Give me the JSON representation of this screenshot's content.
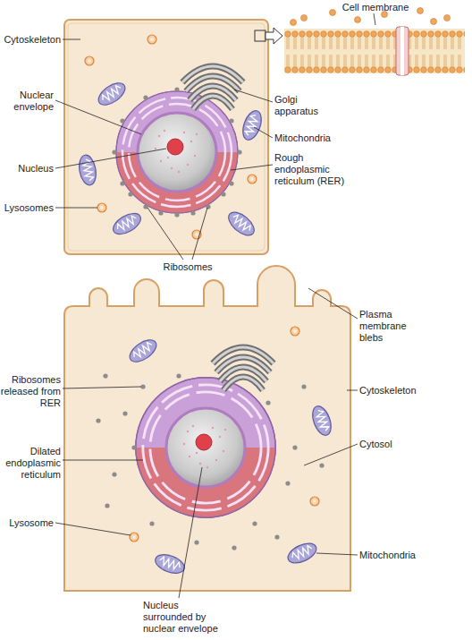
{
  "diagram": {
    "labels": [
      "Cell membrane",
      "Cytoskeleton",
      "Golgi apparatus",
      "Nuclear envelope",
      "Mitochondria",
      "Nucleus",
      "Rough endoplasmic reticulum (RER)",
      "Lysosomes",
      "Ribosomes",
      "Plasma membrane blebs",
      "Ribosomes released from RER",
      "Cytoskeleton",
      "Dilated endoplasmic reticulum",
      "Cytosol",
      "Lysosome",
      "Mitochondria",
      "Nucleus surrounded by nuclear envelope"
    ]
  }
}
